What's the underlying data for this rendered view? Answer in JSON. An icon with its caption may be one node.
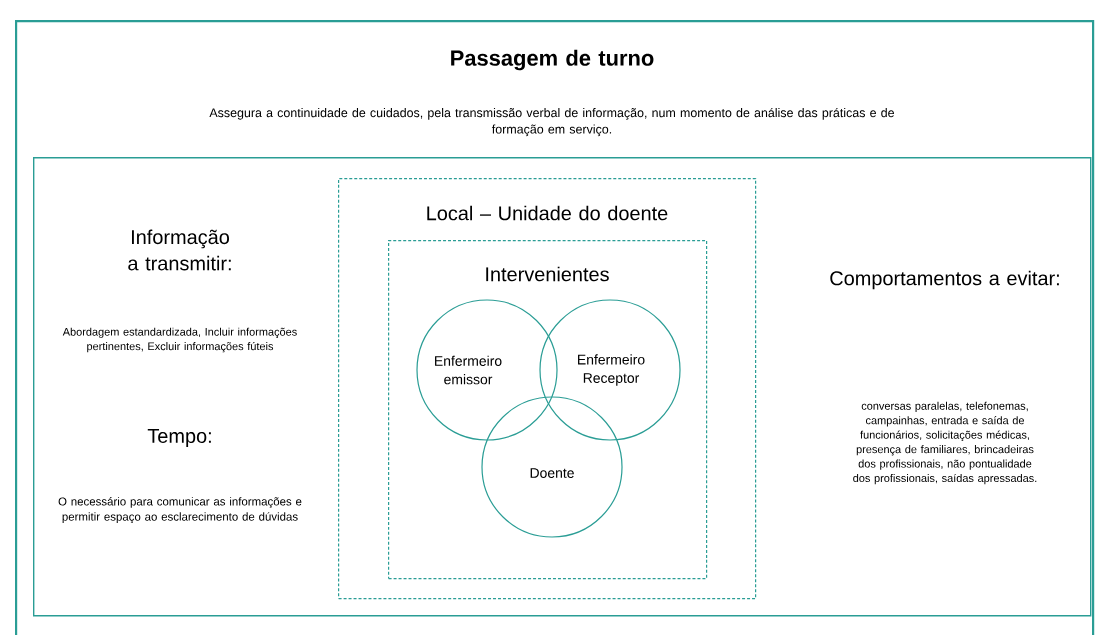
{
  "diagram": {
    "nodes": [
      {
        "text": [
          "Passagem de turno",
          "Assegura a continuidade de cuidados, pela transmissão verbal de informação, num momento de análise das práticas e de formação em serviço."
        ]
      },
      {
        "text": [
          "Informação a transmitir:",
          "Abordagem estandardizada, Incluir informações pertinentes, Excluir informações fúteis",
          "Tempo:",
          "O necessário para comunicar as informações e permitir espaço ao esclarecimento de dúvidas",
          "Comportamentos a evitar:",
          "conversas paralelas, telefonemas, campainhas, entrada e saída de funcionários, solicitações médicas, presença de familiares, brincadeiras dos profissionais, não pontualidade dos profissionais, saídas apressadas."
        ],
        "in": 0
      },
      {
        "text": [
          "Local – Unidade do doente"
        ],
        "in": 1
      },
      {
        "text": [
          "Intervenientes"
        ],
        "in": 2
      },
      {
        "text": [
          "Enfermeiro emissor"
        ],
        "in": 3
      },
      {
        "text": [
          "Enfermeiro Receptor"
        ],
        "in": 3
      },
      {
        "text": [
          "Doente"
        ],
        "in": 3
      }
    ]
  }
}
